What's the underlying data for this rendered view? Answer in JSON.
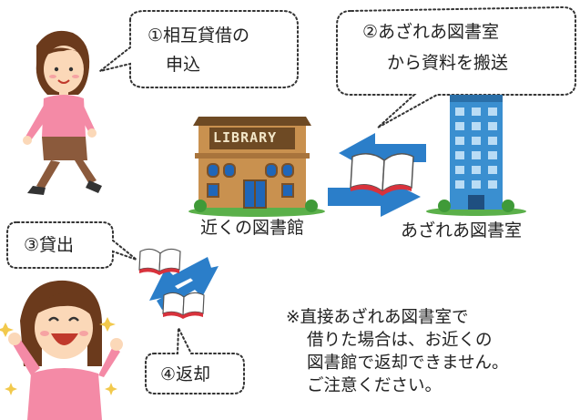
{
  "steps": {
    "request": [
      "①相互貸借の",
      "申込"
    ],
    "transport": [
      "②あざれあ図書室",
      "から資料を搬送"
    ],
    "lend": "③貸出",
    "return": "④返却"
  },
  "places": {
    "local_library": "近くの図書館",
    "library_sign": "LIBRARY",
    "azarea_library": "あざれあ図書室"
  },
  "note": {
    "lines": [
      "※直接あざれあ図書室で",
      "借りた場合は、お近くの",
      "図書館で返却できません。",
      "ご注意ください。"
    ]
  },
  "colors": {
    "arrow": "#2b7ec9",
    "skin": "#fbd8b8",
    "hair": "#6b3a1c",
    "top": "#f48aa6",
    "roof": "#6e4a24",
    "wall": "#c9914f",
    "tower": "#3a8fd0",
    "book_cover": "#d8323c"
  }
}
